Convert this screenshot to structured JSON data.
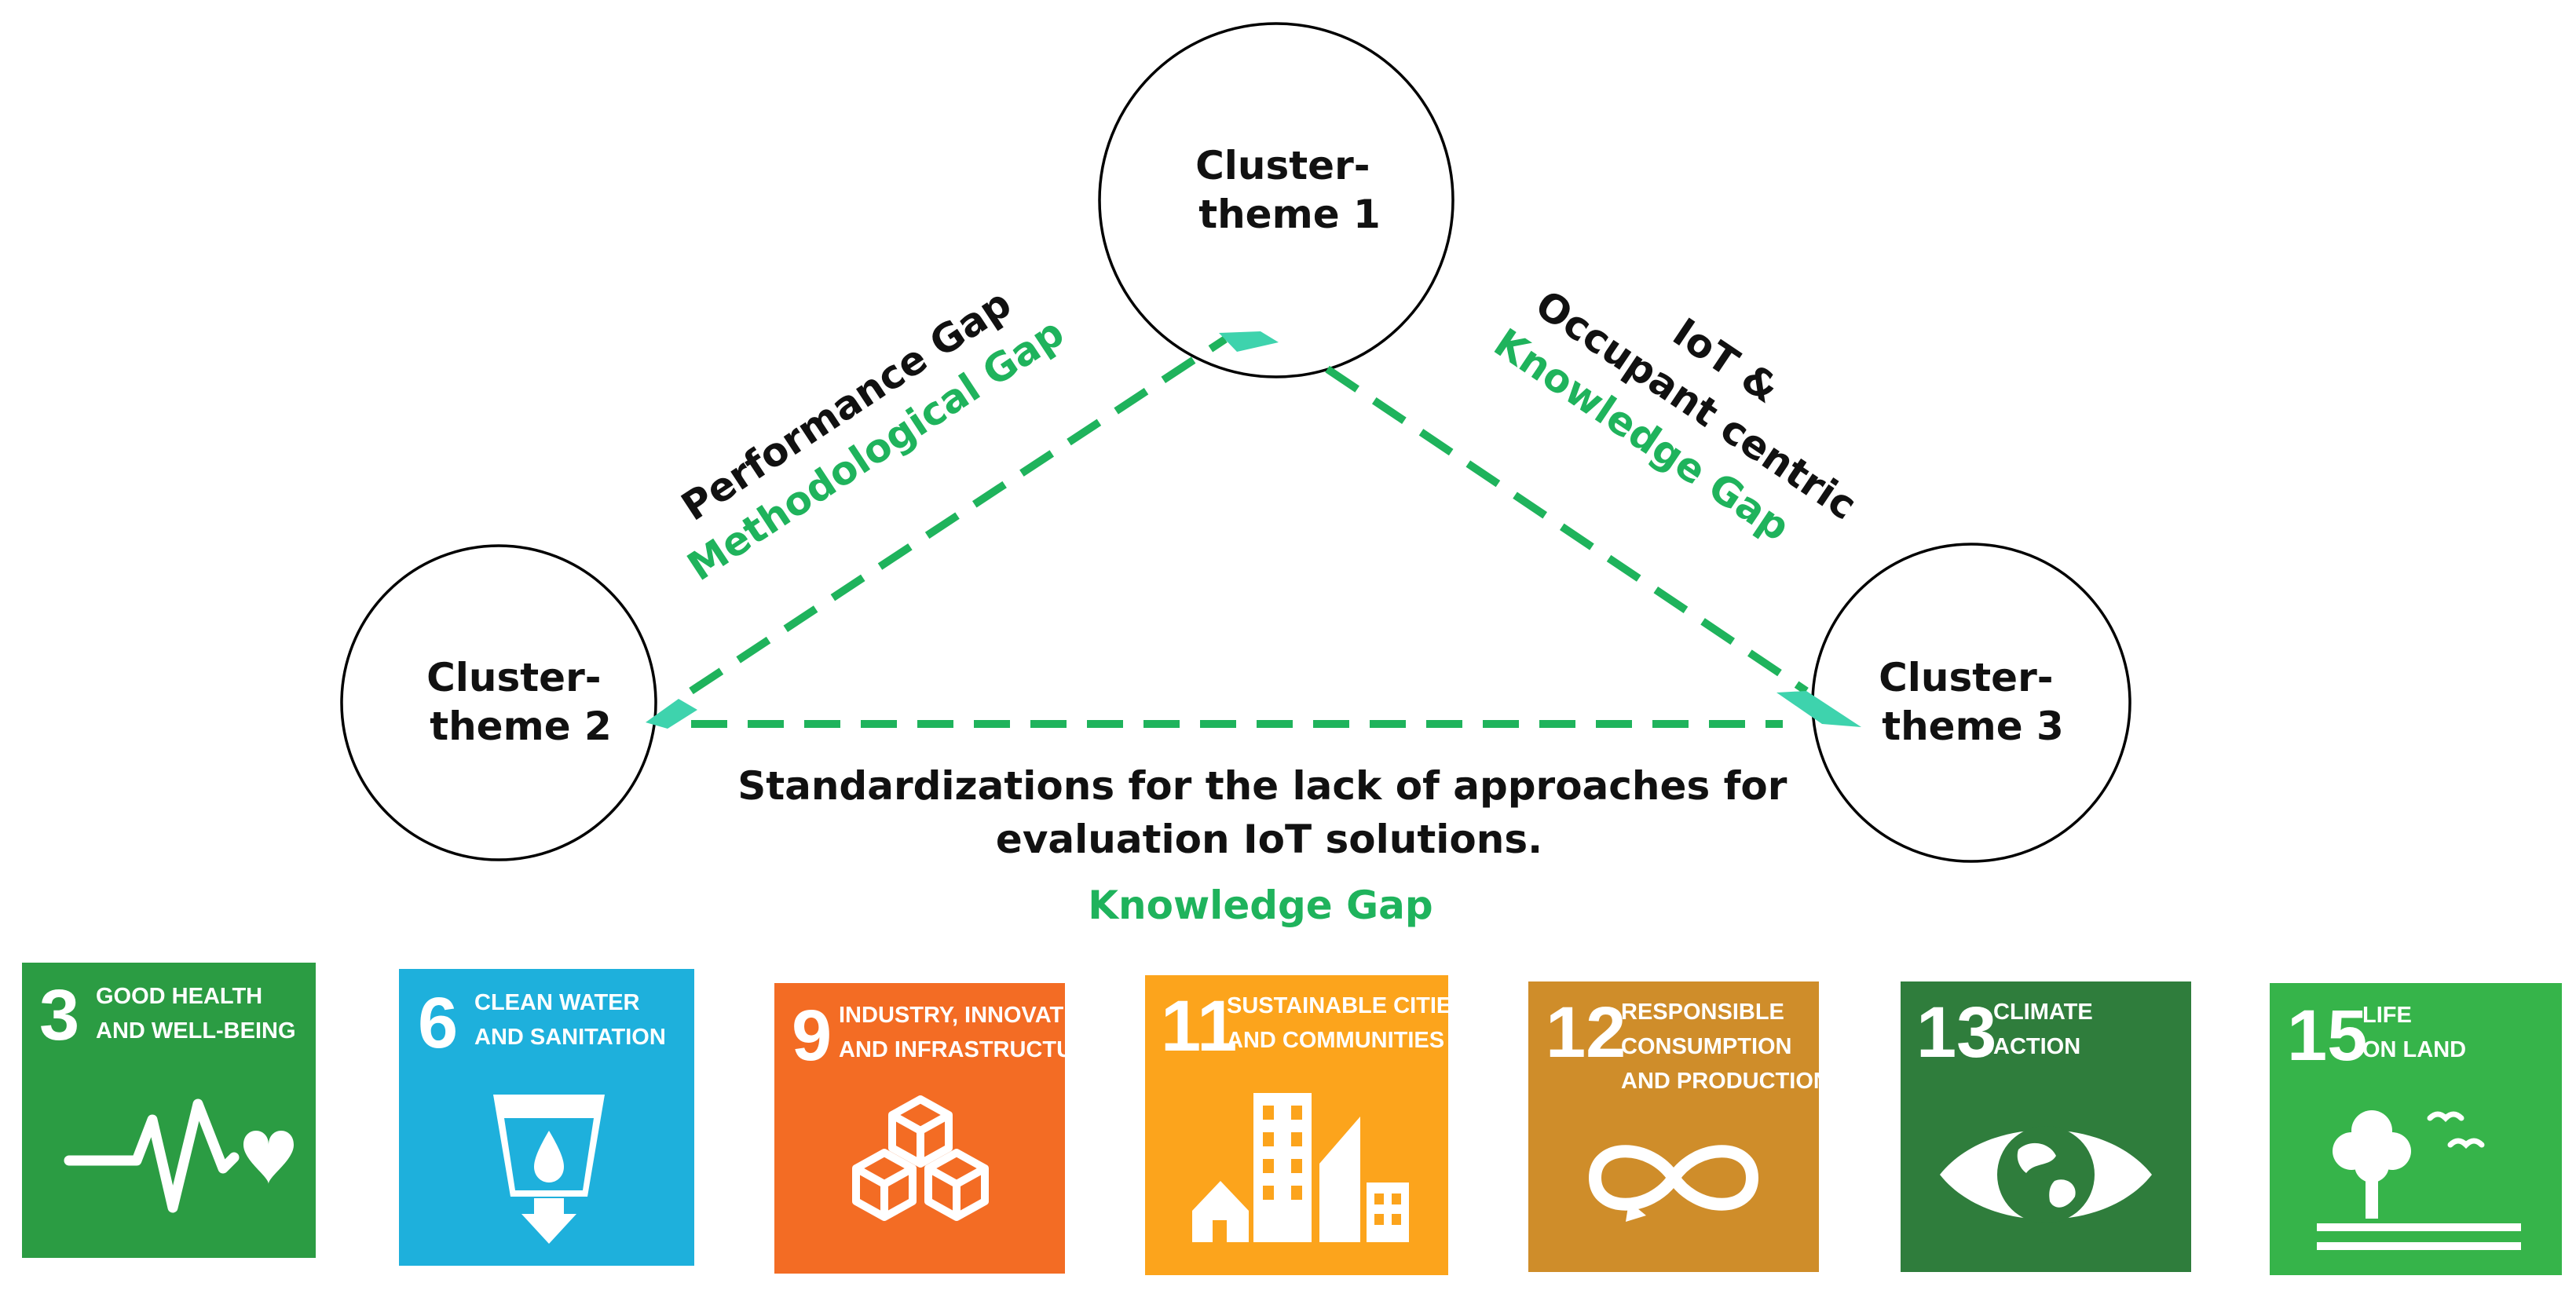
{
  "colors": {
    "accent_green": "#1fb35c",
    "arrow_head": "#3ed3ad",
    "sdg3": "#2b9c43",
    "sdg6": "#1eb0dc",
    "sdg9": "#f36c24",
    "sdg11": "#fca41c",
    "sdg12": "#cf8d2a",
    "sdg13": "#2f7d3c",
    "sdg15": "#36b44a"
  },
  "nodes": {
    "theme1": {
      "line1": "Cluster-",
      "line2": "theme 1"
    },
    "theme2": {
      "line1": "Cluster-",
      "line2": "theme 2"
    },
    "theme3": {
      "line1": "Cluster-",
      "line2": "theme 3"
    }
  },
  "edges": {
    "left": {
      "label_black": "Performance Gap",
      "label_green": "Methodological Gap"
    },
    "right": {
      "label_black_line1": "IoT &",
      "label_black_line2": "Occupant centric",
      "label_green": "Knowledge Gap"
    },
    "bottom": {
      "label_black_line1": "Standardizations for  the lack of approaches for",
      "label_black_line2": "evaluation IoT solutions.",
      "label_green": "Knowledge Gap"
    }
  },
  "sdgs": [
    {
      "number": "3",
      "line1": "GOOD HEALTH",
      "line2": "AND WELL-BEING",
      "line3": "",
      "icon": "heartbeat-icon"
    },
    {
      "number": "6",
      "line1": "CLEAN WATER",
      "line2": "AND SANITATION",
      "line3": "",
      "icon": "water-glass-icon"
    },
    {
      "number": "9",
      "line1": "INDUSTRY, INNOVATION",
      "line2": "AND INFRASTRUCTURE",
      "line3": "",
      "icon": "cubes-icon"
    },
    {
      "number": "11",
      "line1": "SUSTAINABLE CITIES",
      "line2": "AND COMMUNITIES",
      "line3": "",
      "icon": "city-icon"
    },
    {
      "number": "12",
      "line1": "RESPONSIBLE",
      "line2": "CONSUMPTION",
      "line3": "AND PRODUCTION",
      "icon": "infinity-icon"
    },
    {
      "number": "13",
      "line1": "CLIMATE",
      "line2": "ACTION",
      "line3": "",
      "icon": "eye-globe-icon"
    },
    {
      "number": "15",
      "line1": "LIFE",
      "line2": "ON LAND",
      "line3": "",
      "icon": "tree-birds-icon"
    }
  ]
}
